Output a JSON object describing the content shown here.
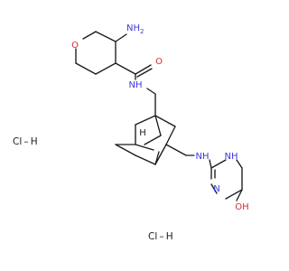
{
  "colors": {
    "bond": "#1a1a1a",
    "nitrogen": "#3b3bd9",
    "oxygen": "#d92b2b",
    "carbon_label": "#1a1a1a"
  },
  "structure": {
    "pyran_oxygen": "O",
    "amine_label": "NH",
    "amine_subscript": "2",
    "carbonyl_oxygen": "O",
    "amide_nh": "NH",
    "bridge_h": "H",
    "methylamine_nh": "NH",
    "pyrimidine_upper_nh": "NH",
    "pyrimidine_n": "N",
    "hydroxyl": "OH"
  },
  "salts": [
    {
      "label": "Cl – H"
    },
    {
      "label": "Cl – H"
    }
  ]
}
